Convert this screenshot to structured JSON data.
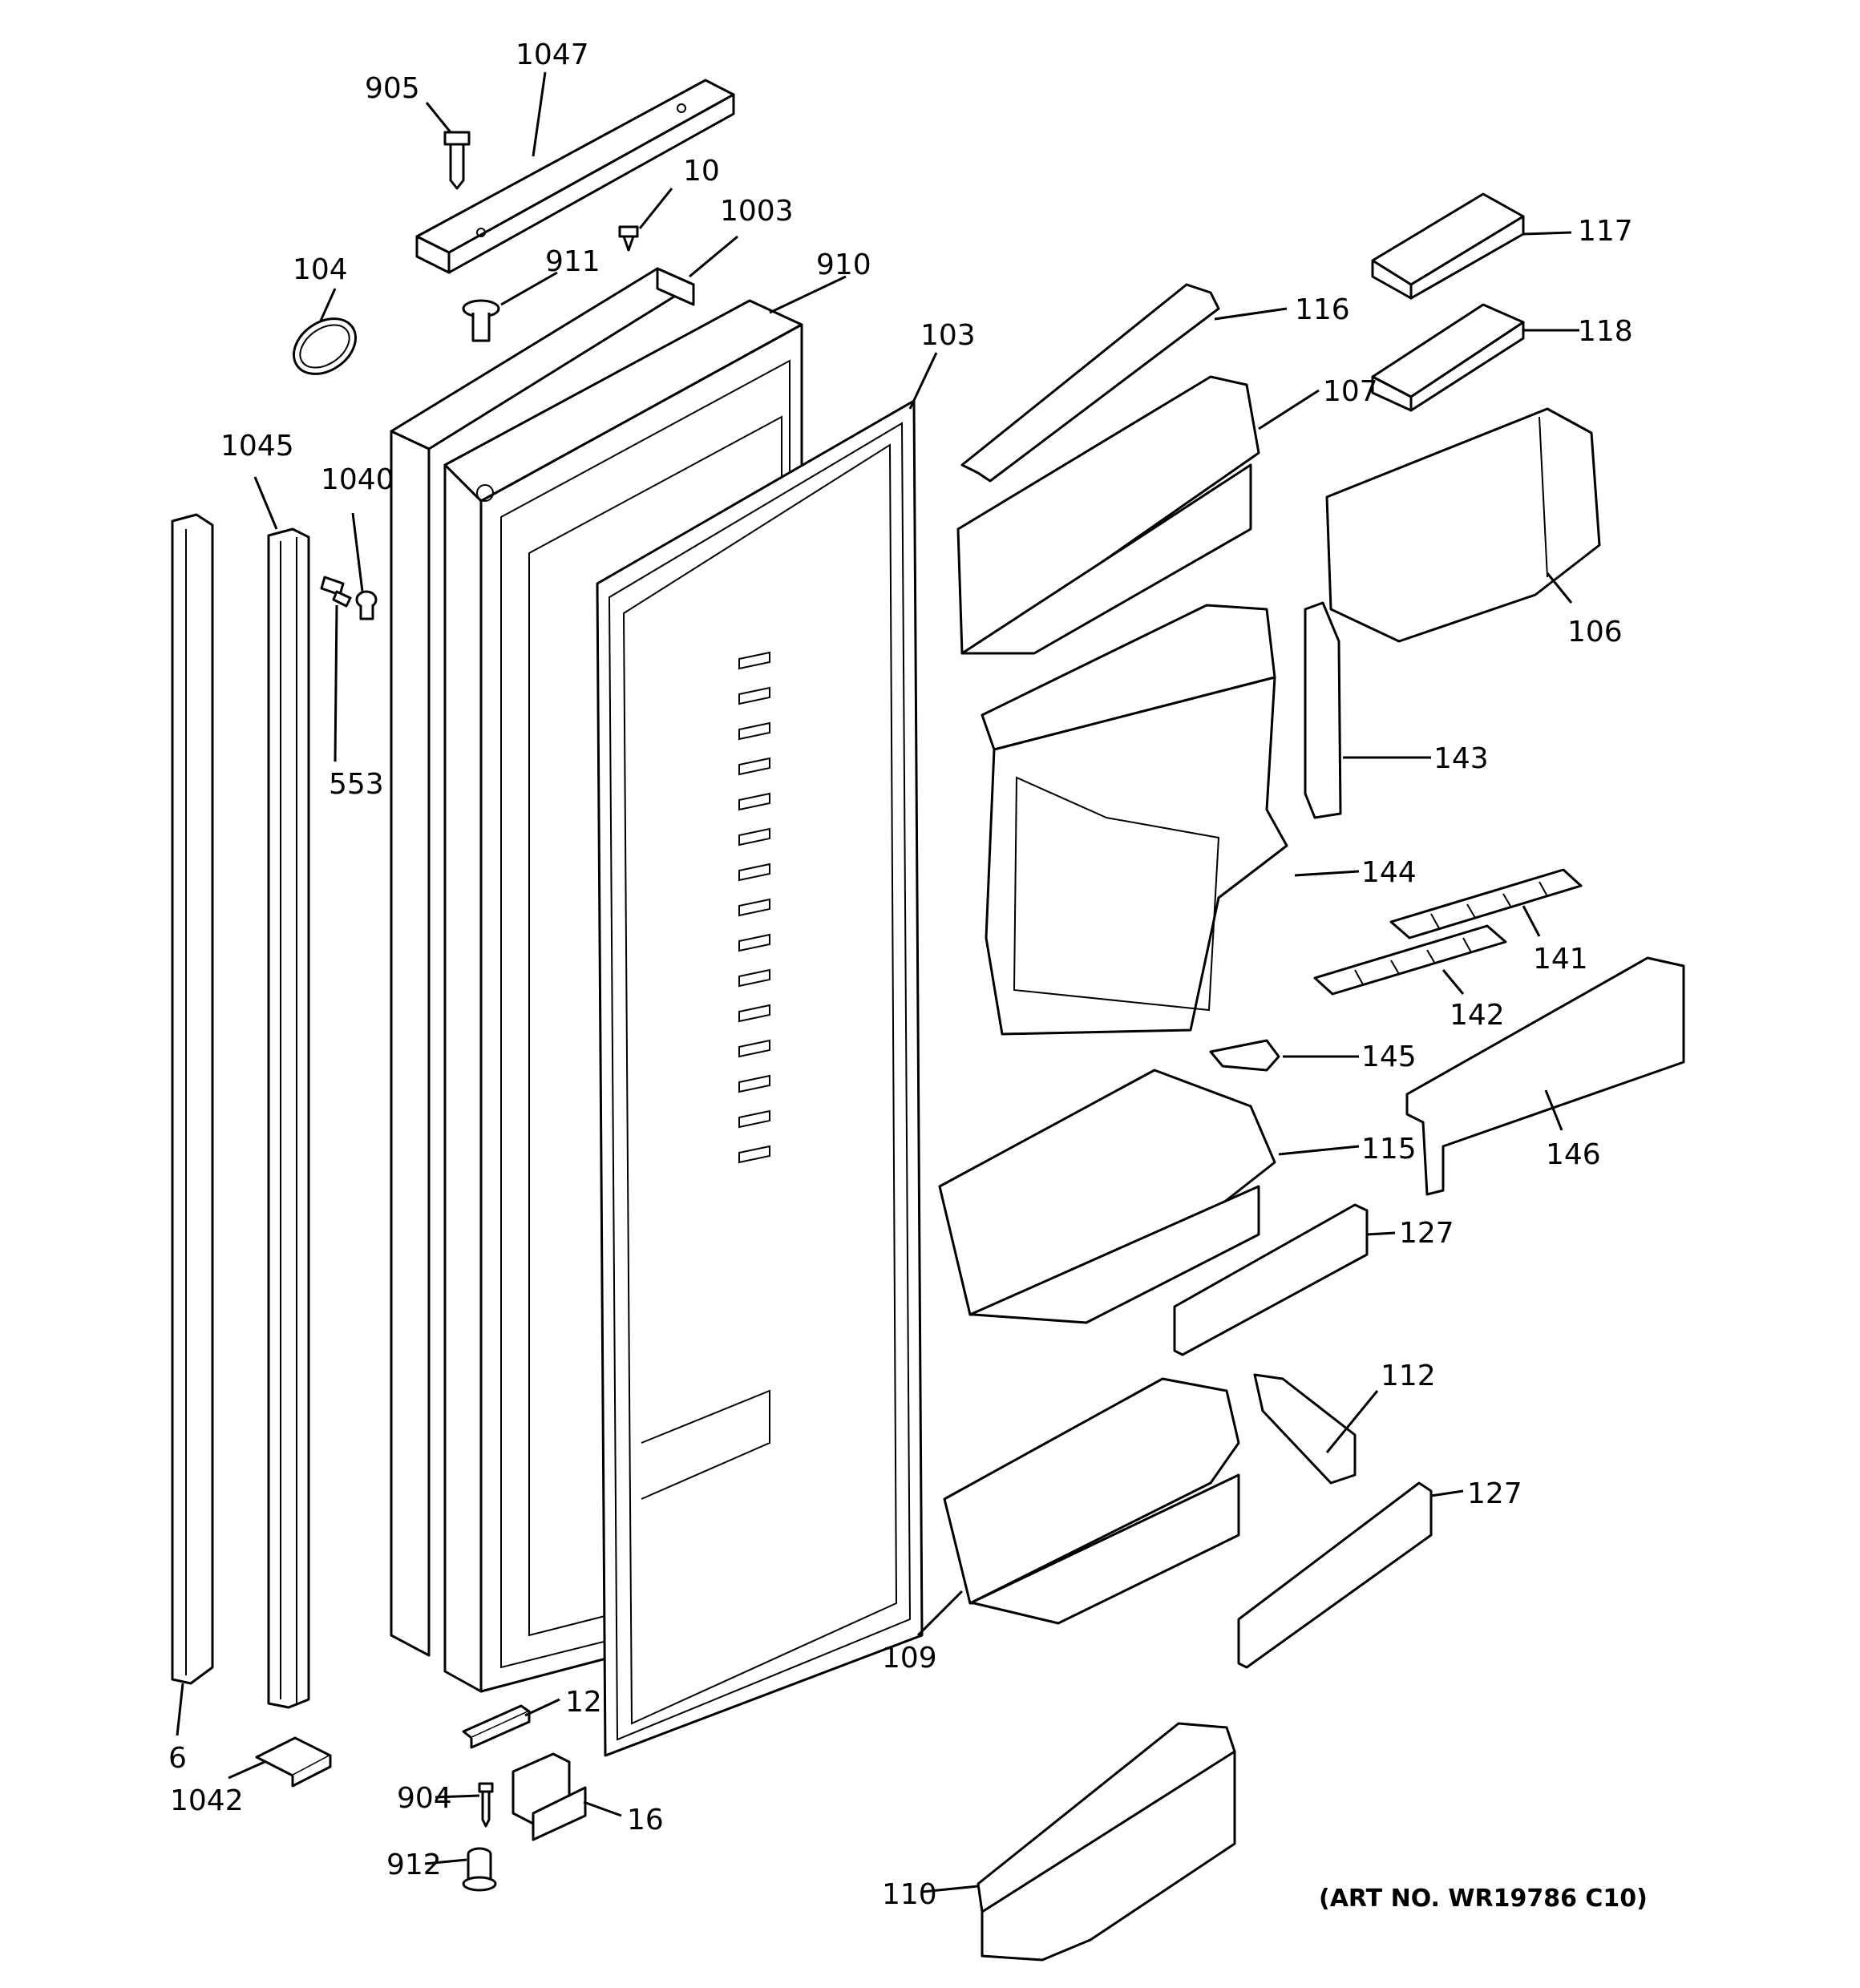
{
  "diagram": {
    "part_numbers": {
      "p905": "905",
      "p1047": "1047",
      "p10": "10",
      "p1003": "1003",
      "p104": "104",
      "p911": "911",
      "p910": "910",
      "p103": "103",
      "p1045": "1045",
      "p1040": "1040",
      "p553": "553",
      "p6": "6",
      "p1042": "1042",
      "p12": "12",
      "p904": "904",
      "p16": "16",
      "p912": "912",
      "p117": "117",
      "p116": "116",
      "p118": "118",
      "p107": "107",
      "p106": "106",
      "p143": "143",
      "p144": "144",
      "p141": "141",
      "p142": "142",
      "p145": "145",
      "p115": "115",
      "p146": "146",
      "p127a": "127",
      "p112": "112",
      "p127b": "127",
      "p109": "109",
      "p110": "110"
    },
    "art_number": "(ART NO. WR19786 C10)"
  }
}
